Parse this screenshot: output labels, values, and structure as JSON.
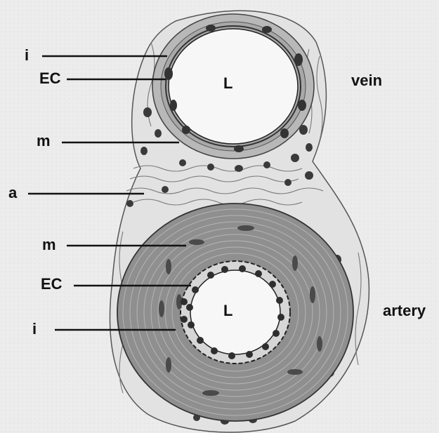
{
  "labels": {
    "vein": {
      "intima": "i",
      "endothelial": "EC",
      "media": "m",
      "lumen": "L",
      "name": "vein"
    },
    "adventitia": "a",
    "artery": {
      "media": "m",
      "endothelial": "EC",
      "intima": "i",
      "lumen": "L",
      "name": "artery"
    }
  },
  "colors": {
    "background": "#ededed",
    "ink": "#111111",
    "media_fill": "#9a9a9a",
    "tissue_fill": "#dcdcdc",
    "nucleus": "#3a3a3a"
  }
}
